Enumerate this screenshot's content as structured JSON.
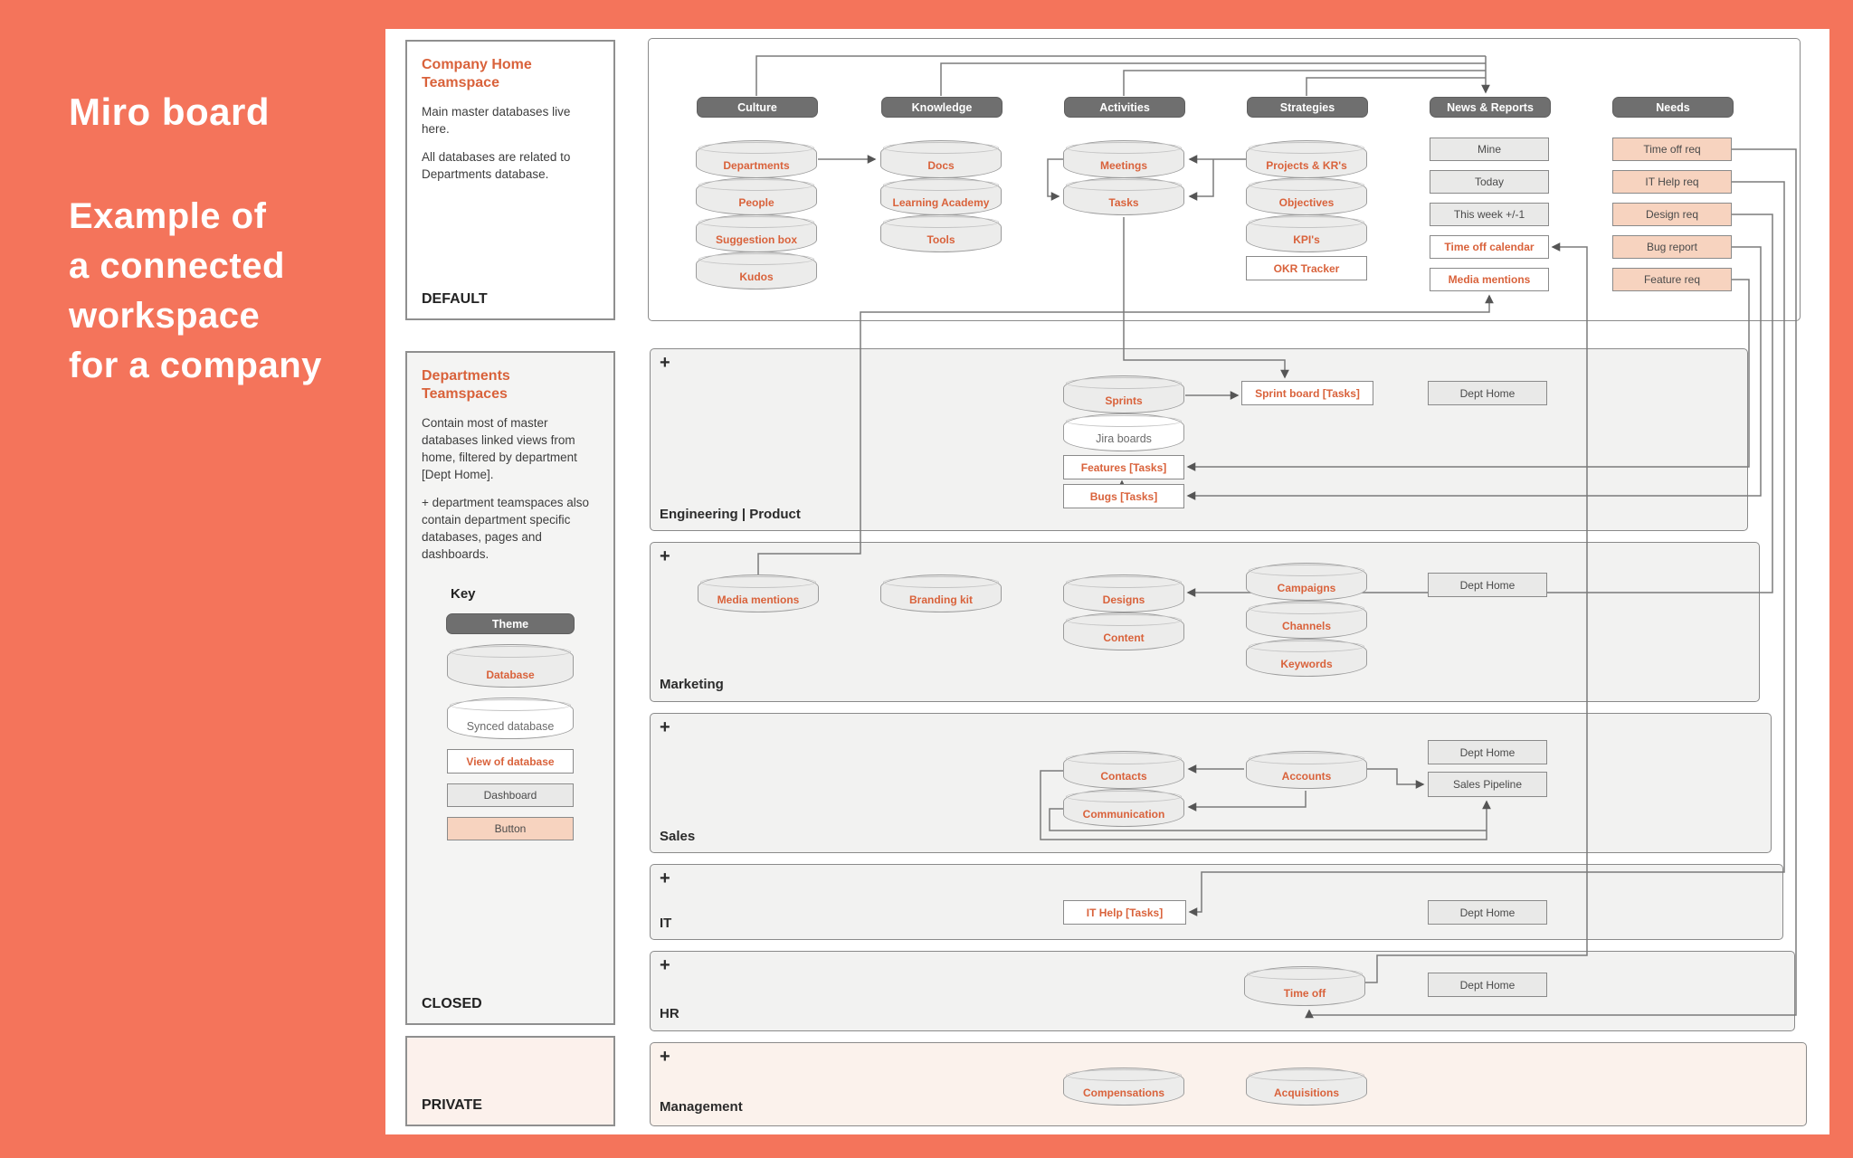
{
  "poster": {
    "title": "Miro board",
    "subtitle": [
      "Example of",
      "a connected",
      "workspace",
      "for a company"
    ]
  },
  "panels": {
    "company_home": {
      "title": "Company Home Teamspace",
      "p1": "Main master databases live here.",
      "p2": "All databases are related to Departments database.",
      "footer": "DEFAULT"
    },
    "departments": {
      "title": "Departments Teamspaces",
      "p1": "Contain most of master databases linked views from home, filtered by department [Dept Home].",
      "p2": "+ department teamspaces also contain department specific databases, pages and dashboards.",
      "key_title": "Key",
      "key": {
        "theme": "Theme",
        "database": "Database",
        "synced": "Synced database",
        "view": "View of database",
        "dashboard": "Dashboard",
        "button": "Button"
      },
      "footer": "CLOSED"
    },
    "private": {
      "footer": "PRIVATE"
    }
  },
  "themes": [
    "Culture",
    "Knowledge",
    "Activities",
    "Strategies",
    "News & Reports",
    "Needs"
  ],
  "home": {
    "culture": [
      "Departments",
      "People",
      "Suggestion box",
      "Kudos"
    ],
    "knowledge": [
      "Docs",
      "Learning Academy",
      "Tools"
    ],
    "activities": [
      "Meetings",
      "Tasks"
    ],
    "strategies": [
      "Projects & KR's",
      "Objectives",
      "KPI's"
    ],
    "strategies_view": "OKR Tracker",
    "news_dash": [
      "Mine",
      "Today",
      "This week +/-1"
    ],
    "news_views": [
      "Time off calendar",
      "Media mentions"
    ],
    "needs": [
      "Time off req",
      "IT Help req",
      "Design req",
      "Bug report",
      "Feature req"
    ]
  },
  "rows": {
    "engineering": {
      "label": "Engineering | Product",
      "db": "Sprints",
      "synced": "Jira boards",
      "views": [
        "Features [Tasks]",
        "Bugs [Tasks]",
        "Sprint board [Tasks]"
      ],
      "dashboard": "Dept Home"
    },
    "marketing": {
      "label": "Marketing",
      "dbs": [
        "Media mentions",
        "Branding kit",
        "Designs",
        "Content",
        "Campaigns",
        "Channels",
        "Keywords"
      ],
      "dashboard": "Dept Home"
    },
    "sales": {
      "label": "Sales",
      "dbs": [
        "Contacts",
        "Communication",
        "Accounts"
      ],
      "dashboards": [
        "Dept Home",
        "Sales Pipeline"
      ]
    },
    "it": {
      "label": "IT",
      "view": "IT Help [Tasks]",
      "dashboard": "Dept Home"
    },
    "hr": {
      "label": "HR",
      "db": "Time off",
      "dashboard": "Dept Home"
    },
    "management": {
      "label": "Management",
      "dbs": [
        "Compensations",
        "Acquisitions"
      ]
    }
  },
  "misc": {
    "plus": "+"
  },
  "colors": {
    "page_bg": "#F4745B",
    "accent_text": "#D9623B",
    "theme_pill": "#6F6F6F",
    "button_fill": "#F7D3BF",
    "row_fill": "#F2F2F1",
    "private_fill": "#FBF2EC"
  }
}
